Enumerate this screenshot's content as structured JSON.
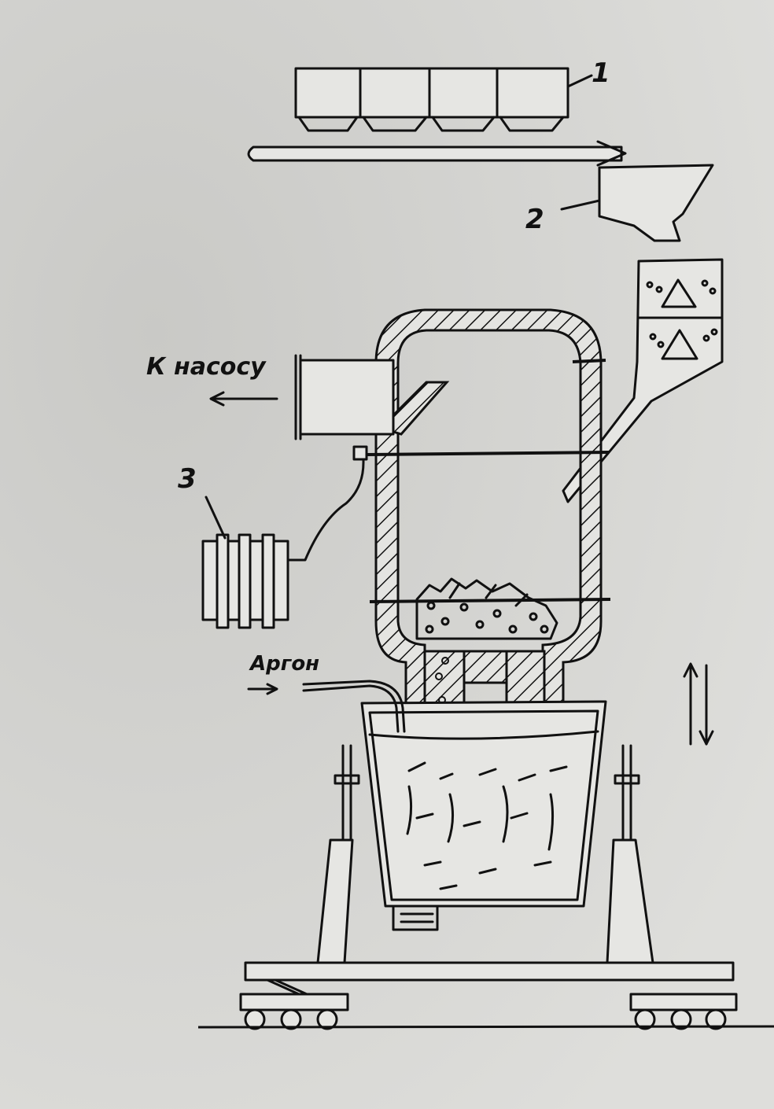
{
  "labels": {
    "n1": "1",
    "n2": "2",
    "n3": "3",
    "pump": "К насосу",
    "argon": "Аргон"
  },
  "colors": {
    "paper": "#d9d9d6",
    "ink": "#111111"
  }
}
